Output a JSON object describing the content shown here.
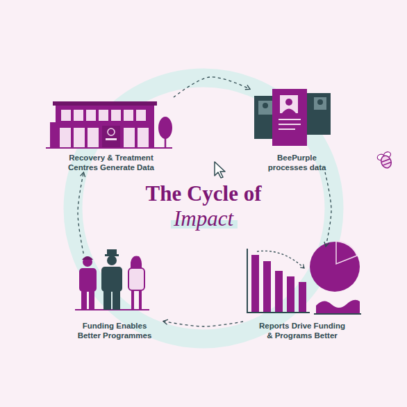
{
  "diagram": {
    "title": "The Cycle of Impact",
    "nodes": [
      {
        "text": [
          "Recovery & Treatment Centres Generate Data"
        ]
      },
      {
        "text": [
          "BeePurple processes data"
        ]
      },
      {
        "text": [
          "Reports Drive Funding & Programs Better"
        ]
      },
      {
        "text": [
          "Funding Enables Better Programmes"
        ]
      }
    ],
    "edges": [
      {
        "from": 0,
        "to": 1,
        "arrow": "to"
      },
      {
        "from": 1,
        "to": 2,
        "arrow": "to"
      },
      {
        "from": 2,
        "to": 3,
        "arrow": "to"
      },
      {
        "from": 3,
        "to": 0,
        "arrow": "to"
      }
    ]
  }
}
